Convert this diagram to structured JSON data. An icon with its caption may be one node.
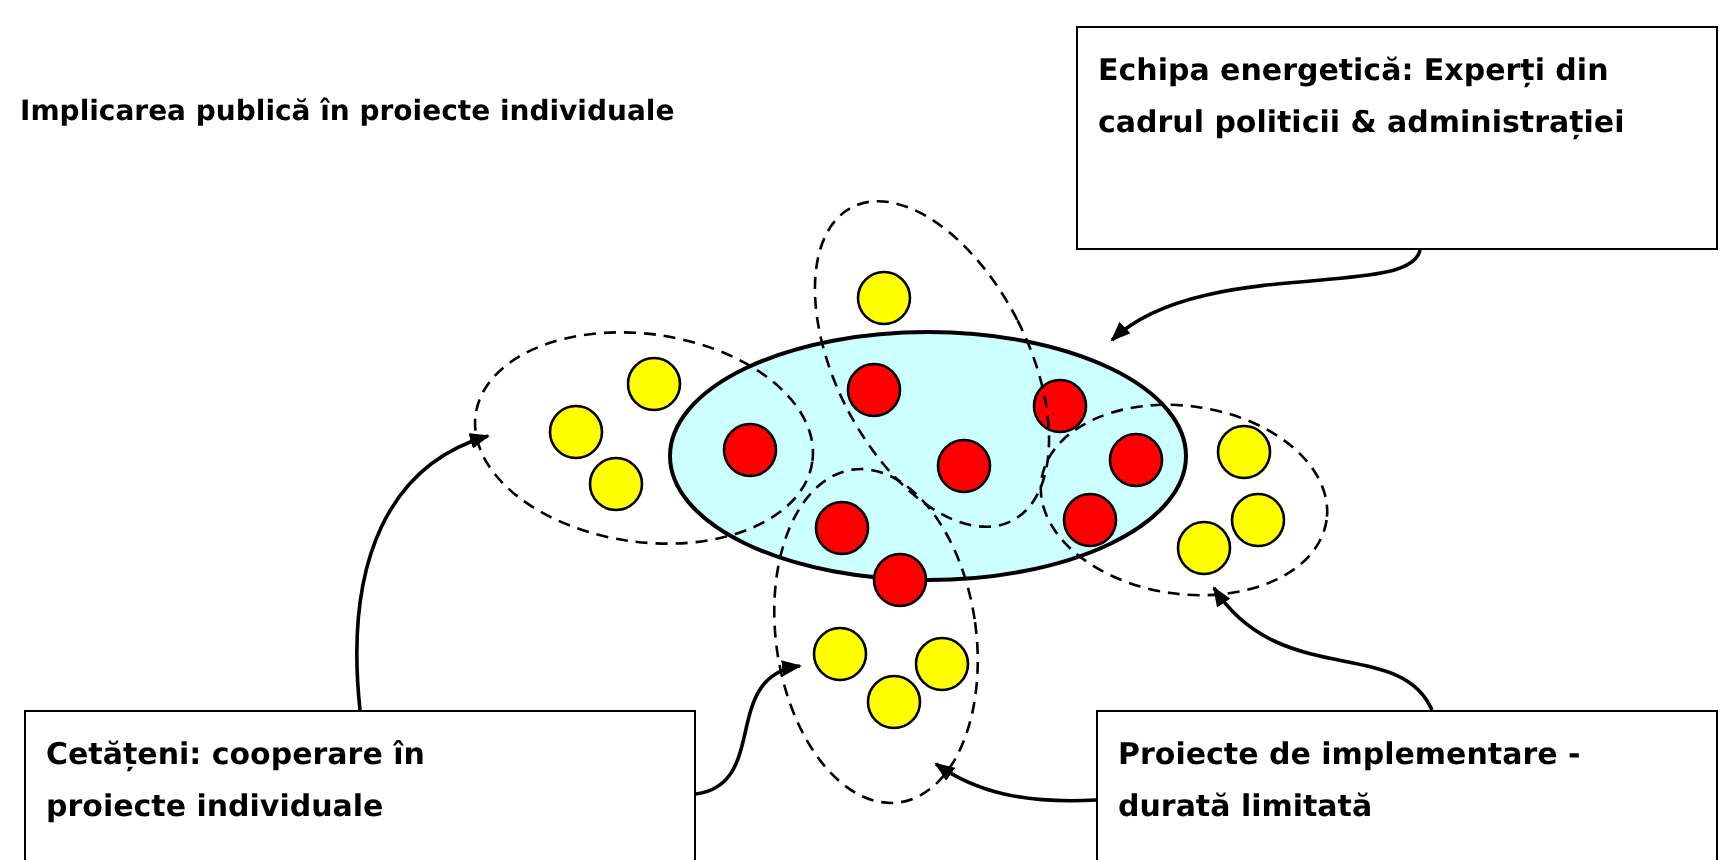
{
  "diagram": {
    "title": "Implicarea publică în proiecte individuale",
    "nodes": [
      {
        "text": [
          "Echipa energetică: Experți din cadrul politicii & administrației"
        ]
      },
      {
        "text": [],
        "shape": "ellipse"
      },
      {
        "text": [],
        "shape": "ellipse"
      },
      {
        "text": [],
        "shape": "ellipse"
      },
      {
        "text": [],
        "shape": "ellipse"
      },
      {
        "text": [],
        "shape": "ellipse"
      },
      {
        "text": [
          "Cetățeni: cooperare în proiecte individuale"
        ]
      },
      {
        "text": [
          "Proiecte de implementare - durată limitată"
        ]
      }
    ],
    "edges": [
      {
        "from": 0,
        "to": 1,
        "arrow": "to"
      },
      {
        "from": 6,
        "to": 3,
        "arrow": "to"
      },
      {
        "from": 6,
        "to": 5,
        "arrow": "to"
      },
      {
        "from": 7,
        "to": 5,
        "arrow": "to"
      },
      {
        "from": 7,
        "to": 4,
        "arrow": "to"
      }
    ]
  }
}
